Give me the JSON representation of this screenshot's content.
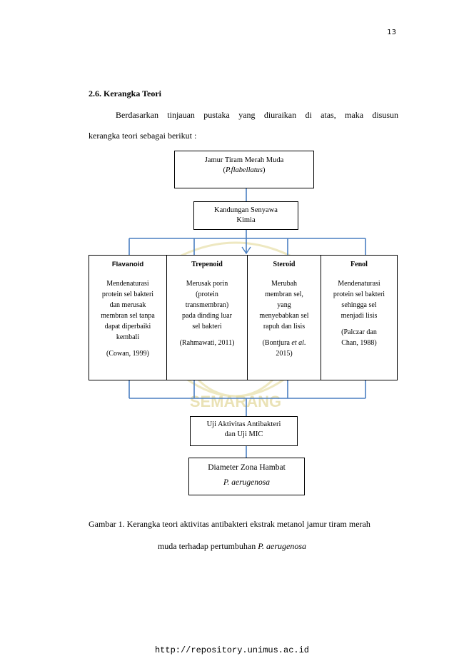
{
  "page_number": "13",
  "section": {
    "heading": "2.6. Kerangka Teori",
    "paragraph_line1": "Berdasarkan tinjauan pustaka yang diuraikan di atas, maka disusun",
    "paragraph_line2": "kerangka teori sebagai berikut :"
  },
  "diagram": {
    "top_box": {
      "line1": "Jamur Tiram Merah Muda",
      "line2_pre": "(",
      "line2_italic": "P.flabellatus",
      "line2_post": ")"
    },
    "kandungan_box": {
      "line1": "Kandungan Senyawa",
      "line2": "Kimia"
    },
    "columns": [
      {
        "title": "Flavanoid",
        "desc": [
          "Mendenaturasi",
          "protein sel bakteri",
          "dan merusak",
          "membran sel tanpa",
          "dapat diperbaiki",
          "kembali"
        ],
        "ref": "(Cowan, 1999)"
      },
      {
        "title": "Trepenoid",
        "desc": [
          "Merusak porin",
          "(protein",
          "transmembran)",
          "pada dinding luar",
          "sel bakteri"
        ],
        "ref": "(Rahmawati, 2011)"
      },
      {
        "title": "Steroid",
        "desc": [
          "Merubah",
          "membran sel,",
          "yang",
          "menyebabkan sel",
          "rapuh dan lisis"
        ],
        "ref_pre": "(Bontjura ",
        "ref_italic": "et al",
        "ref_post": ".",
        "ref_line2": "2015)"
      },
      {
        "title": "Fenol",
        "desc": [
          "Mendenaturasi",
          "protein sel bakteri",
          "sehingga sel",
          "menjadi lisis"
        ],
        "ref": "(Palczar dan",
        "ref_line2": "Chan, 1988)"
      }
    ],
    "uji_box": {
      "line1": "Uji Aktivitas Antibakteri",
      "line2": "dan Uji MIC"
    },
    "diameter_box": {
      "line1": "Diameter Zona Hambat",
      "line2": "P. aerugenosa"
    },
    "line_color": "#4a7fc1"
  },
  "caption": {
    "line1": "Gambar 1. Kerangka teori aktivitas antibakteri ekstrak metanol jamur tiram merah",
    "line2_pre": "muda terhadap pertumbuhan ",
    "line2_italic": "P. aerugenosa"
  },
  "watermark": {
    "text": "SEMARANG"
  },
  "footer": "http://repository.unimus.ac.id"
}
